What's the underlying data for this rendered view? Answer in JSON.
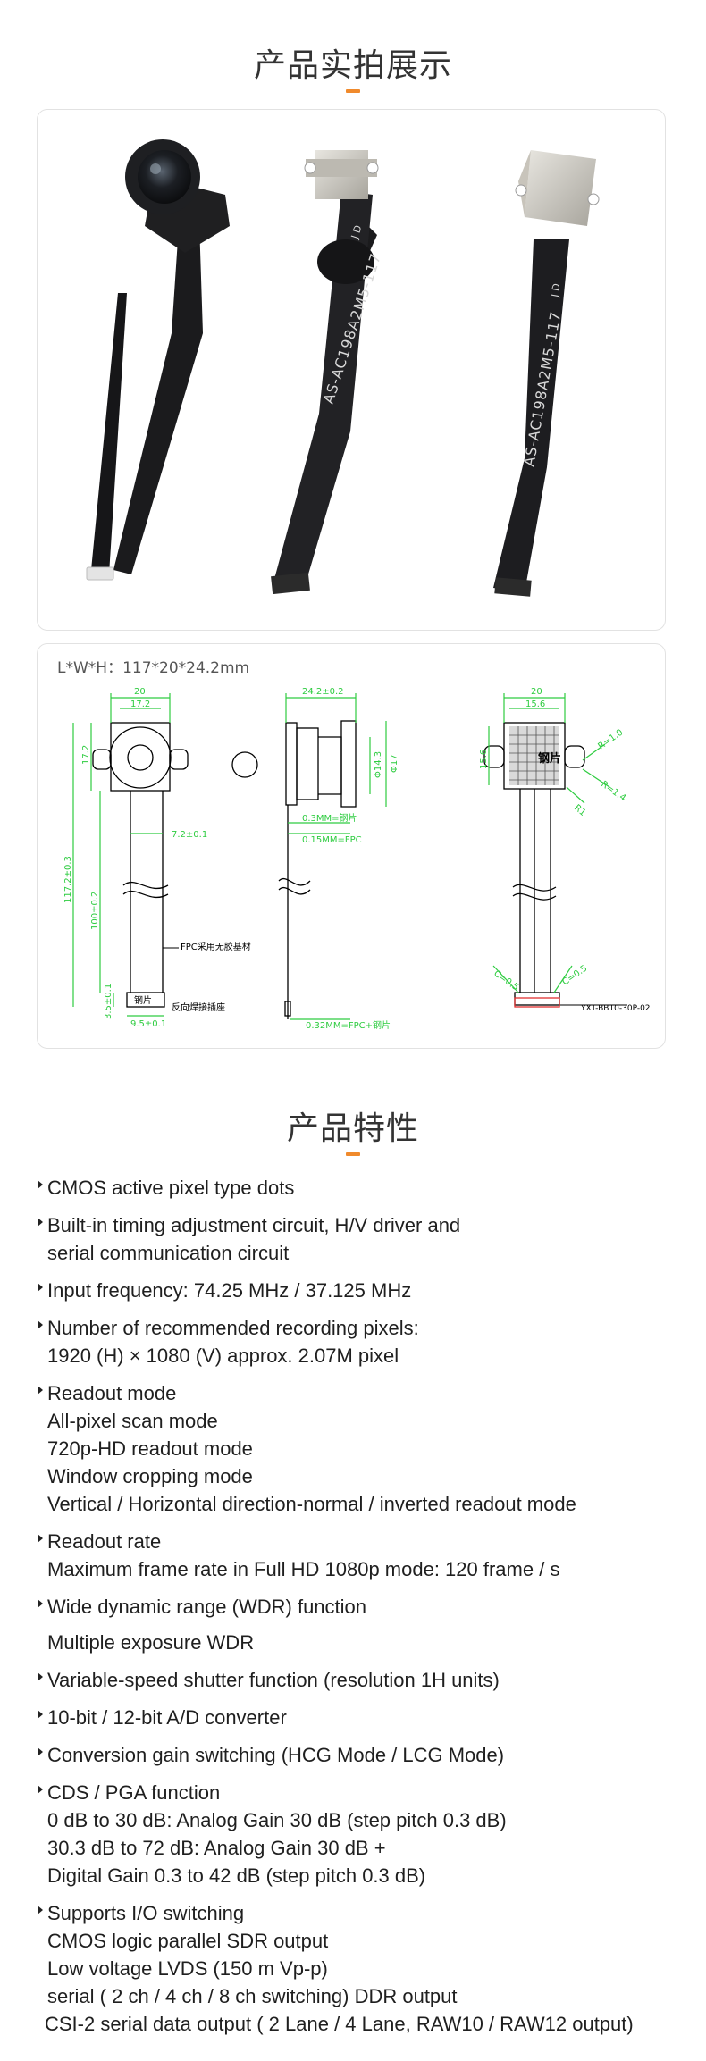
{
  "showcase": {
    "title": "产品实拍展示",
    "cable_print_1": "AS-AC198A2M5-117",
    "cable_print_2": "AS-AC198A2M5-117",
    "cable_suffix": "J D"
  },
  "drawing": {
    "dimensions_label": "L*W*H：117*20*24.2mm",
    "front": {
      "w20": "20",
      "w172": "17.2",
      "h172": "17.2",
      "len": "117.2±0.3",
      "fpc_len": "100±0.2",
      "tab": "3.5±0.1",
      "w72": "7.2±0.1",
      "w95": "9.5±0.1",
      "note_fpc": "FPC采用无胶基材",
      "note_conn": "反向焊接插座",
      "steel": "钢片"
    },
    "side": {
      "w242": "24.2±0.2",
      "d143": "Φ14.3",
      "d17": "Φ17",
      "t1": "0.3MM=钢片",
      "t2": "0.15MM=FPC",
      "t3": "0.32MM=FPC+钢片"
    },
    "back": {
      "w20": "20",
      "w156": "15.6",
      "h156": "15.6",
      "steel": "钢片",
      "r1": "R=1.0",
      "r2": "R=1.4",
      "r3": "R1",
      "c1": "C=0.5",
      "c2": "C=0.5",
      "conn": "YXT-BB10-30P-02"
    }
  },
  "features": {
    "title": "产品特性",
    "items": [
      {
        "lines": [
          "CMOS active pixel type dots"
        ]
      },
      {
        "lines": [
          "Built-in timing adjustment circuit, H/V driver and",
          "serial communication circuit"
        ]
      },
      {
        "lines": [
          "Input frequency: 74.25 MHz / 37.125 MHz"
        ]
      },
      {
        "lines": [
          "Number of recommended recording pixels:",
          "1920 (H) × 1080 (V) approx. 2.07M pixel"
        ]
      },
      {
        "lines": [
          "Readout mode",
          "All-pixel scan mode",
          "720p-HD readout mode",
          "Window cropping mode",
          "Vertical / Horizontal direction-normal / inverted readout mode"
        ]
      },
      {
        "lines": [
          "Readout rate",
          "Maximum frame rate in Full HD 1080p mode: 120 frame / s"
        ]
      },
      {
        "lines": [
          "Wide dynamic range (WDR) function",
          "Multiple exposure WDR"
        ]
      },
      {
        "lines": [
          "Variable-speed shutter function (resolution 1H units)"
        ]
      },
      {
        "lines": [
          "10-bit / 12-bit A/D converter"
        ]
      },
      {
        "lines": [
          "Conversion gain switching (HCG Mode / LCG Mode)"
        ]
      },
      {
        "lines": [
          "CDS / PGA function",
          "0 dB to 30 dB: Analog Gain 30 dB (step pitch 0.3 dB)",
          "30.3 dB to 72 dB: Analog Gain 30 dB +",
          "Digital Gain 0.3 to 42 dB (step pitch 0.3 dB)"
        ]
      },
      {
        "lines": [
          "Supports I/O switching",
          "CMOS logic parallel SDR output",
          "Low voltage LVDS (150 m Vp-p)",
          "serial ( 2 ch / 4 ch / 8 ch switching) DDR output",
          "CSI-2 serial data output ( 2 Lane / 4 Lane, RAW10 / RAW12 output)"
        ]
      }
    ]
  }
}
